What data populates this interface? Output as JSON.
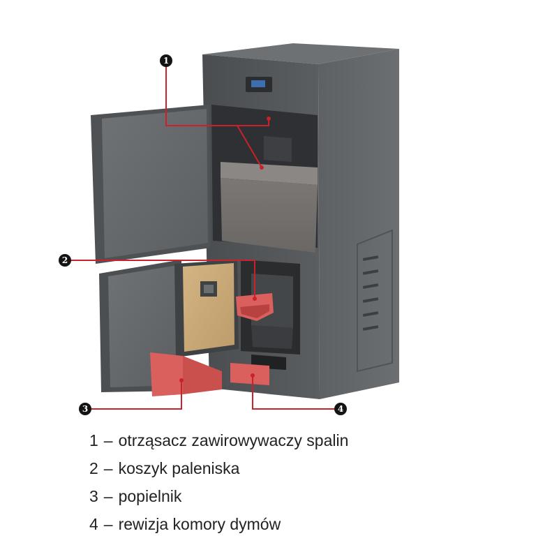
{
  "colors": {
    "accent_red": "#c8222b",
    "part_red": "#d9605c",
    "cabinet_dark": "#55585b",
    "cabinet_mid": "#66696c",
    "door_panel": "#6b6e70",
    "inner_door": "#c9a876",
    "screen_blue": "#3d6fb0"
  },
  "callouts": [
    {
      "id": "1",
      "label": "1"
    },
    {
      "id": "2",
      "label": "2"
    },
    {
      "id": "3",
      "label": "3"
    },
    {
      "id": "4",
      "label": "4"
    }
  ],
  "legend": {
    "separator": "–",
    "items": [
      {
        "number": "1",
        "text": "otrząsacz zawirowywaczy spalin"
      },
      {
        "number": "2",
        "text": "koszyk paleniska"
      },
      {
        "number": "3",
        "text": "popielnik"
      },
      {
        "number": "4",
        "text": "rewizja komory dymów"
      }
    ]
  }
}
